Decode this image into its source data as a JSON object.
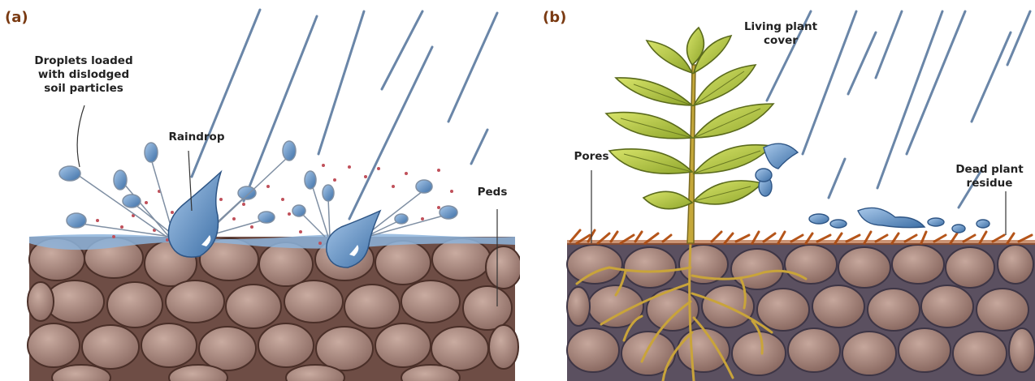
{
  "panel_a": {
    "letter": "(a)",
    "labels": {
      "droplets": [
        "Droplets loaded",
        "with dislodged",
        "soil particles"
      ],
      "raindrop": "Raindrop",
      "peds": "Peds"
    }
  },
  "panel_b": {
    "letter": "(b)",
    "labels": {
      "living_cover": [
        "Living plant",
        "cover"
      ],
      "pores": "Pores",
      "dead_residue": [
        "Dead plant",
        "residue"
      ]
    }
  },
  "colors": {
    "panel_letter": "#7a3a12",
    "soil_fill": "#a6857c",
    "soil_outline": "#5a3a30",
    "water": "#5b8ec4",
    "leaf": "#b9cc3a",
    "residue": "#c0621f",
    "root": "#c9a43a"
  }
}
